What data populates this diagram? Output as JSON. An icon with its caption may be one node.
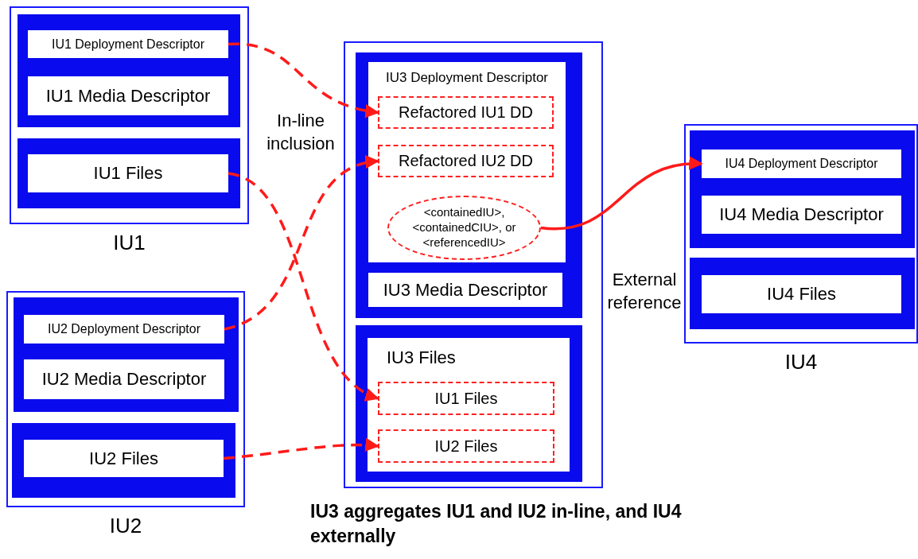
{
  "diagram": {
    "caption": "IU3 aggregates IU1 and IU2 in-line, and IU4 externally",
    "nodes": [
      {
        "text": [
          "IU1"
        ]
      },
      {
        "text": [],
        "shape": "box",
        "in": 0
      },
      {
        "text": [
          "IU1 Deployment Descriptor"
        ],
        "in": 1
      },
      {
        "text": [
          "IU1 Media Descriptor"
        ],
        "in": 1
      },
      {
        "text": [],
        "shape": "box",
        "in": 0
      },
      {
        "text": [
          "IU1 Files"
        ],
        "in": 4
      },
      {
        "text": [
          "IU2"
        ]
      },
      {
        "text": [],
        "shape": "box",
        "in": 6
      },
      {
        "text": [
          "IU2 Deployment Descriptor"
        ],
        "in": 7
      },
      {
        "text": [
          "IU2 Media Descriptor"
        ],
        "in": 7
      },
      {
        "text": [],
        "shape": "box",
        "in": 6
      },
      {
        "text": [
          "IU2 Files"
        ],
        "in": 10
      },
      {
        "text": [],
        "shape": "box"
      },
      {
        "text": [],
        "shape": "box",
        "in": 12
      },
      {
        "text": [
          "IU3 Deployment Descriptor"
        ],
        "in": 13
      },
      {
        "text": [
          "Refactored IU1 DD"
        ],
        "in": 14
      },
      {
        "text": [
          "Refactored IU2 DD"
        ],
        "in": 14
      },
      {
        "text": [
          "<containedIU>, <containedCIU>, or <referencedIU>"
        ],
        "in": 14
      },
      {
        "text": [
          "IU3 Media Descriptor"
        ],
        "in": 13
      },
      {
        "text": [],
        "shape": "box",
        "in": 12
      },
      {
        "text": [
          "IU3 Files"
        ],
        "in": 19
      },
      {
        "text": [
          "IU1 Files"
        ],
        "in": 20
      },
      {
        "text": [
          "IU2 Files"
        ],
        "in": 20
      },
      {
        "text": [
          "IU4"
        ]
      },
      {
        "text": [],
        "shape": "box",
        "in": 23
      },
      {
        "text": [
          "IU4 Deployment Descriptor"
        ],
        "in": 24
      },
      {
        "text": [
          "IU4 Media Descriptor"
        ],
        "in": 24
      },
      {
        "text": [],
        "shape": "box",
        "in": 23
      },
      {
        "text": [
          "IU4 Files"
        ],
        "in": 27
      }
    ],
    "edges": [
      {
        "from": 2,
        "to": 15,
        "arrow": "to",
        "style": "dashed"
      },
      {
        "from": 5,
        "to": 21,
        "arrow": "to",
        "style": "dashed"
      },
      {
        "from": 8,
        "to": 16,
        "arrow": "to",
        "style": "dashed"
      },
      {
        "from": 11,
        "to": 22,
        "arrow": "to",
        "style": "dashed"
      },
      {
        "from": 17,
        "to": 25,
        "arrow": "to"
      }
    ],
    "labels": [
      "In-line inclusion",
      "External reference"
    ]
  }
}
